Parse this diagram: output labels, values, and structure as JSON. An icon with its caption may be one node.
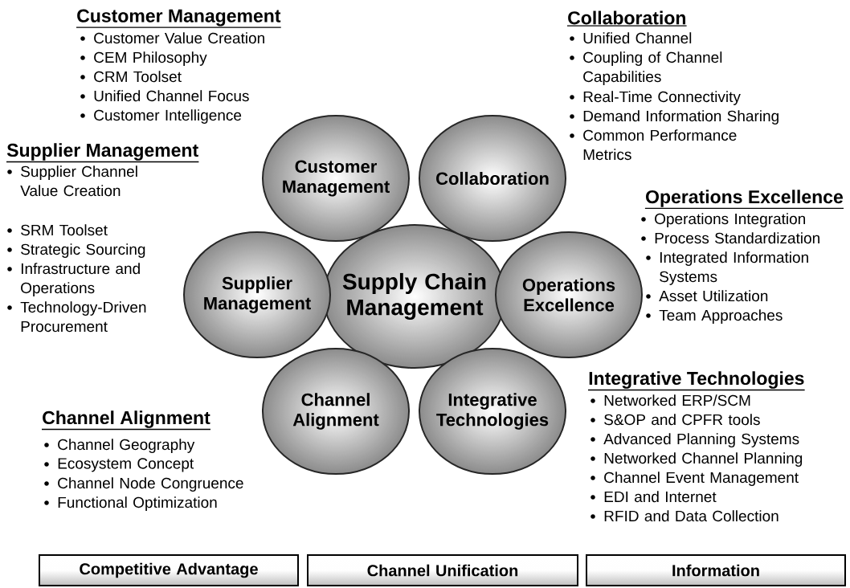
{
  "diagram": {
    "nodes": [
      {
        "text": [
          "Customer Management"
        ]
      },
      {
        "text": [
          "Collaboration"
        ]
      },
      {
        "text": [
          "Supplier Management"
        ]
      },
      {
        "text": [
          "Supply Chain Management"
        ]
      },
      {
        "text": [
          "Operations Excellence"
        ]
      },
      {
        "text": [
          "Channel Alignment"
        ]
      },
      {
        "text": [
          "Integrative Technologies"
        ]
      },
      {
        "text": [
          "Competitive Advantage"
        ]
      },
      {
        "text": [
          "Channel Unification"
        ]
      },
      {
        "text": [
          "Information"
        ]
      }
    ],
    "edges": [],
    "labels": [
      "Customer Management",
      "Customer Value Creation",
      "CEM Philosophy",
      "CRM Toolset",
      "Unified Channel Focus",
      "Customer Intelligence",
      "Collaboration",
      "Unified Channel",
      "Coupling of Channel Capabilities",
      "Real-Time Connectivity",
      "Demand Information Sharing",
      "Common Performance Metrics",
      "Supplier Management",
      "Supplier Channel Value Creation",
      "SRM Toolset",
      "Strategic Sourcing",
      "Infrastructure and Operations",
      "Technology-Driven Procurement",
      "Operations Excellence",
      "Operations Integration",
      "Process Standardization",
      "Integrated Information Systems",
      "Asset Utilization",
      "Team Approaches",
      "Integrative Technologies",
      "Networked ERP/SCM",
      "S&OP and CPFR tools",
      "Advanced Planning Systems",
      "Networked Channel Planning",
      "Channel Event Management",
      "EDI and Internet",
      "RFID and Data Collection",
      "Channel Alignment",
      "Channel Geography",
      "Ecosystem Concept",
      "Channel Node Congruence",
      "Functional Optimization"
    ]
  }
}
